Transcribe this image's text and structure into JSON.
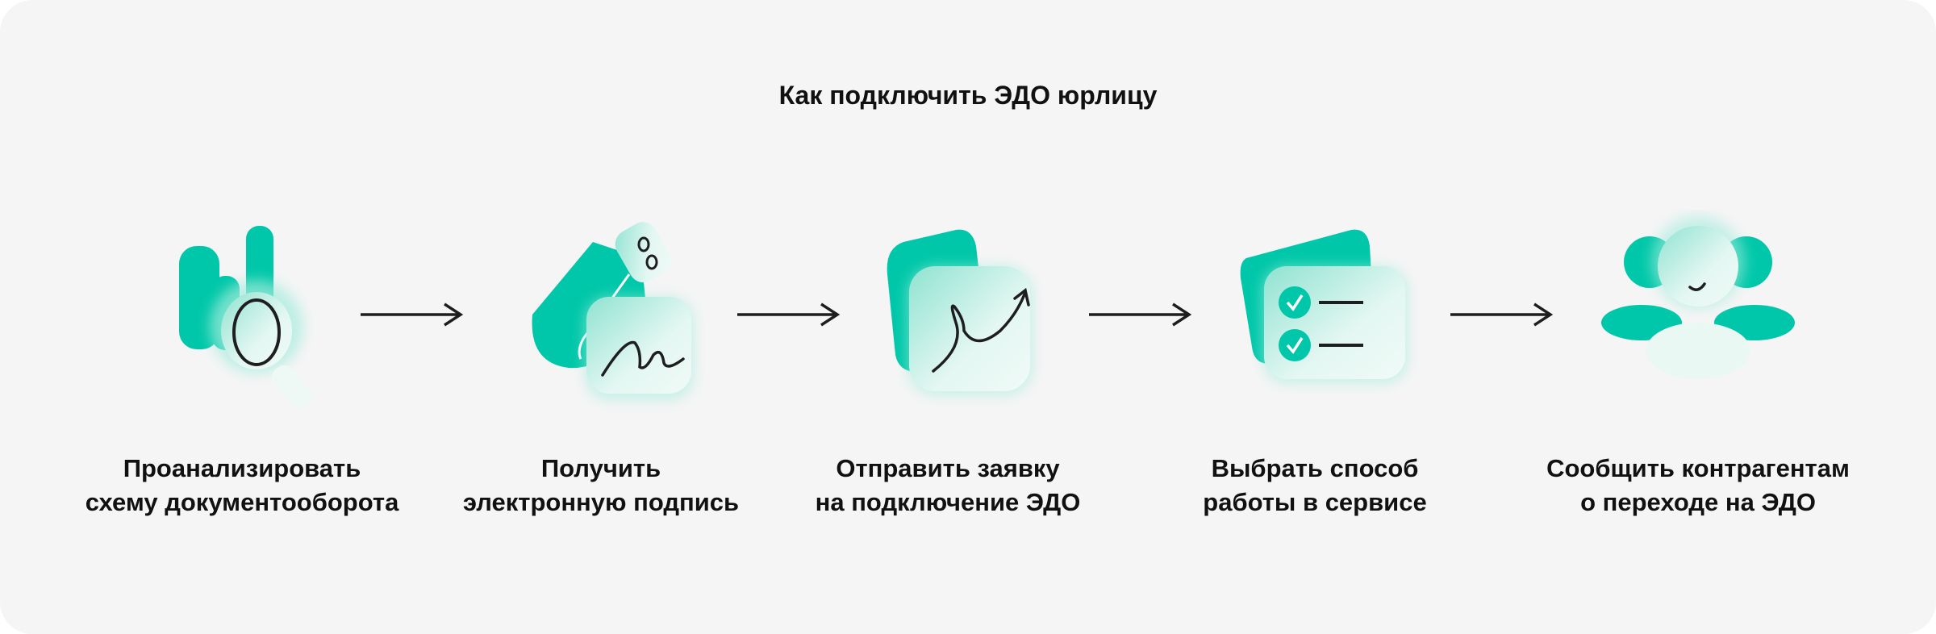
{
  "title": "Как подключить ЭДО юрлицу",
  "colors": {
    "accent": "#00c7a9",
    "glass": "#d8f5ee",
    "background": "#f5f5f5",
    "ink": "#1e1e1e"
  },
  "steps": [
    {
      "icon": "chart-magnifier-icon",
      "lines": [
        "Проанализировать",
        "схему документооборота"
      ]
    },
    {
      "icon": "usb-token-signature-icon",
      "lines": [
        "Получить",
        "электронную подпись"
      ]
    },
    {
      "icon": "send-request-icon",
      "lines": [
        "Отправить заявку",
        "на подключение ЭДО"
      ]
    },
    {
      "icon": "checklist-icon",
      "lines": [
        "Выбрать способ",
        "работы в сервисе"
      ]
    },
    {
      "icon": "contacts-icon",
      "lines": [
        "Сообщить контрагентам",
        "о переходе на ЭДО"
      ]
    }
  ]
}
